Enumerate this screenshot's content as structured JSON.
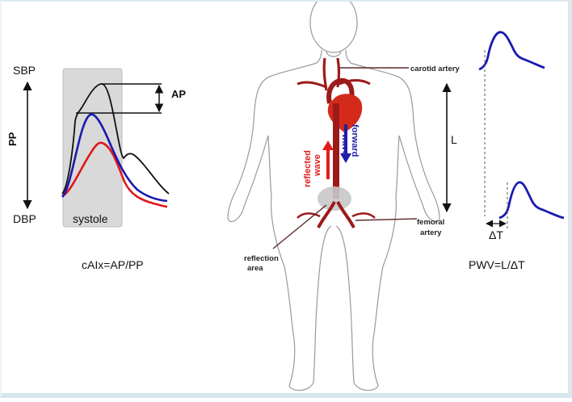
{
  "colors": {
    "artery": "#9c1a1a",
    "heart": "#d42a1a",
    "forward": "#1f1fa8",
    "reflected": "#e01c1c",
    "pulse_blue": "#1a1ab0",
    "pulse_red": "#e01818",
    "pulse_black": "#111111",
    "systole_box": "#d9d9d9",
    "body_outline": "#9a9a9a",
    "reflection_area": "#c8c8c8"
  },
  "left_panel": {
    "sbp_label": "SBP",
    "pp_label": "PP",
    "dbp_label": "DBP",
    "ap_label": "AP",
    "systole_label": "systole",
    "formula": "cAIx=AP/PP"
  },
  "body_diagram": {
    "carotid_label": "carotid artery",
    "femoral_label_1": "femoral",
    "femoral_label_2": "artery",
    "reflection_label_1": "reflection",
    "reflection_label_2": "area",
    "forward_label_1": "forward",
    "forward_label_2": "wave",
    "reflected_label_1": "reflected",
    "reflected_label_2": "wave"
  },
  "right_panel": {
    "length_label": "L",
    "delta_t_label": "ΔT",
    "formula": "PWV=L/ΔT"
  }
}
